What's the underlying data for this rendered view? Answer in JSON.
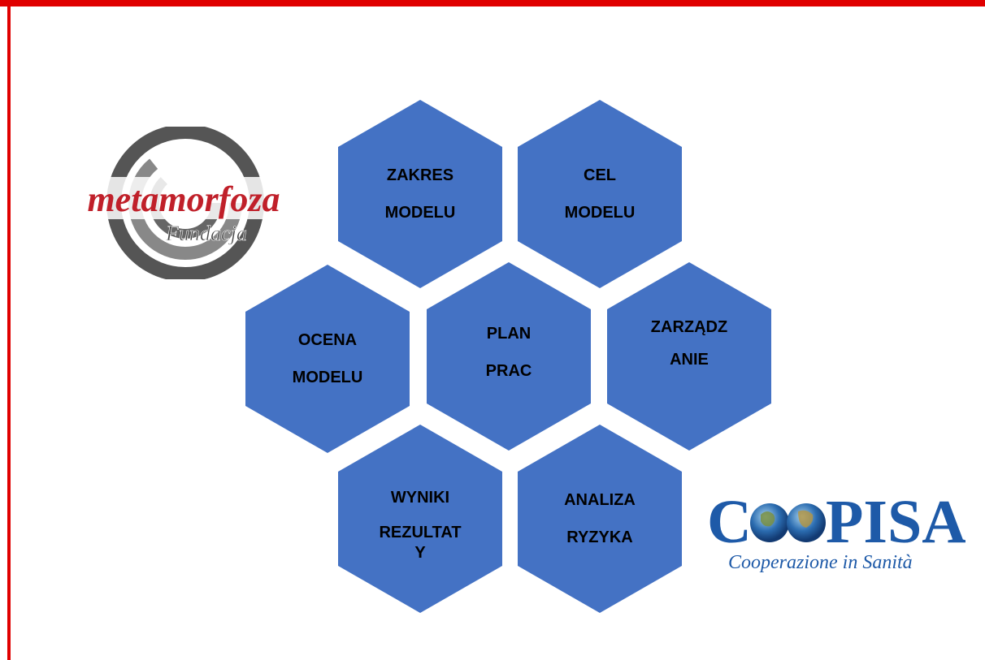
{
  "colors": {
    "border": "#e00000",
    "hexagon": "#4472c4",
    "text": "#000000"
  },
  "hexagons": {
    "zakres": [
      "ZAKRES",
      "MODELU"
    ],
    "cel": [
      "CEL",
      "MODELU"
    ],
    "ocena": [
      "OCENA",
      "MODELU"
    ],
    "plan": [
      "PLAN",
      "PRAC"
    ],
    "zarzadzanie": [
      "ZARZĄDZ",
      "ANIE"
    ],
    "wyniki": [
      "WYNIKI",
      "REZULTAT",
      "Y"
    ],
    "analiza": [
      "ANALIZA",
      "RYZYKA"
    ]
  },
  "logos": {
    "metamorfoza": {
      "name": "metamorfoza",
      "sub": "Fundacja"
    },
    "coopisa": {
      "name": "C  PISA",
      "sub": "Cooperazione in Sanità"
    }
  }
}
